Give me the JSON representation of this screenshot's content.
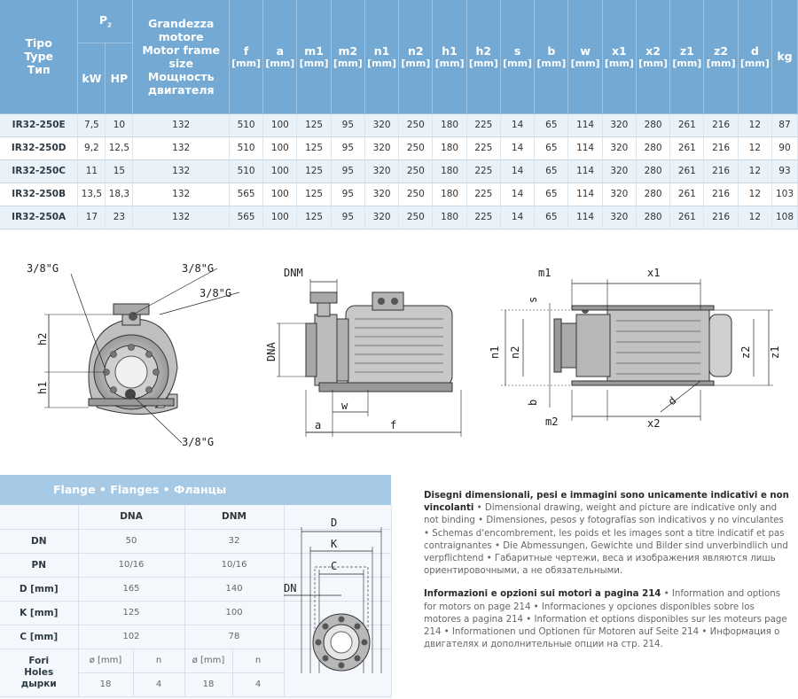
{
  "table": {
    "header": {
      "tipo": [
        "Tipo",
        "Type",
        "Тип"
      ],
      "p2": "P",
      "p2_sub": "2",
      "kw": "kW",
      "hp": "HP",
      "frame": [
        "Grandezza",
        "motore",
        "Motor frame",
        "size",
        "Мощность",
        "двигателя"
      ],
      "dims": [
        "f",
        "a",
        "m1",
        "m2",
        "n1",
        "n2",
        "h1",
        "h2",
        "s",
        "b",
        "w",
        "x1",
        "x2",
        "z1",
        "z2",
        "d"
      ],
      "unit": "[mm]",
      "kg": "kg"
    },
    "rows": [
      {
        "model": "IR32-250E",
        "kw": "7,5",
        "hp": "10",
        "frame": "132",
        "f": "510",
        "a": "100",
        "m1": "125",
        "m2": "95",
        "n1": "320",
        "n2": "250",
        "h1": "180",
        "h2": "225",
        "s": "14",
        "b": "65",
        "w": "114",
        "x1": "320",
        "x2": "280",
        "z1": "261",
        "z2": "216",
        "d": "12",
        "kg": "87"
      },
      {
        "model": "IR32-250D",
        "kw": "9,2",
        "hp": "12,5",
        "frame": "132",
        "f": "510",
        "a": "100",
        "m1": "125",
        "m2": "95",
        "n1": "320",
        "n2": "250",
        "h1": "180",
        "h2": "225",
        "s": "14",
        "b": "65",
        "w": "114",
        "x1": "320",
        "x2": "280",
        "z1": "261",
        "z2": "216",
        "d": "12",
        "kg": "90"
      },
      {
        "model": "IR32-250C",
        "kw": "11",
        "hp": "15",
        "frame": "132",
        "f": "510",
        "a": "100",
        "m1": "125",
        "m2": "95",
        "n1": "320",
        "n2": "250",
        "h1": "180",
        "h2": "225",
        "s": "14",
        "b": "65",
        "w": "114",
        "x1": "320",
        "x2": "280",
        "z1": "261",
        "z2": "216",
        "d": "12",
        "kg": "93"
      },
      {
        "model": "IR32-250B",
        "kw": "13,5",
        "hp": "18,3",
        "frame": "132",
        "f": "565",
        "a": "100",
        "m1": "125",
        "m2": "95",
        "n1": "320",
        "n2": "250",
        "h1": "180",
        "h2": "225",
        "s": "14",
        "b": "65",
        "w": "114",
        "x1": "320",
        "x2": "280",
        "z1": "261",
        "z2": "216",
        "d": "12",
        "kg": "103"
      },
      {
        "model": "IR32-250A",
        "kw": "17",
        "hp": "23",
        "frame": "132",
        "f": "565",
        "a": "100",
        "m1": "125",
        "m2": "95",
        "n1": "320",
        "n2": "250",
        "h1": "180",
        "h2": "225",
        "s": "14",
        "b": "65",
        "w": "114",
        "x1": "320",
        "x2": "280",
        "z1": "261",
        "z2": "216",
        "d": "12",
        "kg": "108"
      }
    ]
  },
  "diagram_side": {
    "g_top_left": "3/8\"G",
    "g_top_right": "3/8\"G",
    "g_mid_right": "3/8\"G",
    "g_bottom": "3/8\"G",
    "h2": "h2",
    "h1": "h1"
  },
  "diagram_front": {
    "dnm": "DNM",
    "dna": "DNA",
    "w": "w",
    "a": "a",
    "f": "f"
  },
  "diagram_top": {
    "m1": "m1",
    "x1": "x1",
    "s": "s",
    "n1": "n1",
    "n2": "n2",
    "b": "b",
    "m2": "m2",
    "x2": "x2",
    "z2": "z2",
    "z1": "z1",
    "d": "d"
  },
  "flange": {
    "title": "Flange • Flanges • Фланцы",
    "col_dna": "DNA",
    "col_dnm": "DNM",
    "rows": [
      {
        "label": "DN",
        "dna": "50",
        "dnm": "32"
      },
      {
        "label": "PN",
        "dna": "10/16",
        "dnm": "10/16"
      },
      {
        "label": "D [mm]",
        "dna": "165",
        "dnm": "140"
      },
      {
        "label": "K [mm]",
        "dna": "125",
        "dnm": "100"
      },
      {
        "label": "C [mm]",
        "dna": "102",
        "dnm": "78"
      }
    ],
    "holes_label": [
      "Fori",
      "Holes",
      "дырки"
    ],
    "holes_sub": {
      "dia": "ø [mm]",
      "n": "n"
    },
    "holes_values": {
      "dna_dia": "18",
      "dna_n": "4",
      "dnm_dia": "18",
      "dnm_n": "4"
    }
  },
  "flange_diagram": {
    "D": "D",
    "K": "K",
    "C": "C",
    "DN": "DN"
  },
  "notes": {
    "p1_bold": "Disegni dimensionali, pesi e immagini sono unicamente indicativi e non vincolanti",
    "p1_rest": " • Dimensional drawing, weight and picture are indicative only and not binding • Dimensiones, pesos y fotografías son indicativos y no vinculantes • Schemas d'encombrement, les poids et les images sont a titre indicatif et pas contraignantes • Die Abmessungen, Gewichte und Bilder sind unverbindlich und verpflichtend • Габаритные чертежи, веса и изображения являются лишь ориентировочными, а не обязательными.",
    "p2_bold": "Informazioni e opzioni sui motori a pagina 214",
    "p2_rest": " • Information and options for motors on page 214 • Informaciones y opciones disponibles sobre los motores a pagina 214 • Information et options disponibles sur les moteurs page 214 • Informationen und Optionen für Motoren auf Seite 214 • Информация о двигателях и дополнительные опции на стр. 214."
  }
}
